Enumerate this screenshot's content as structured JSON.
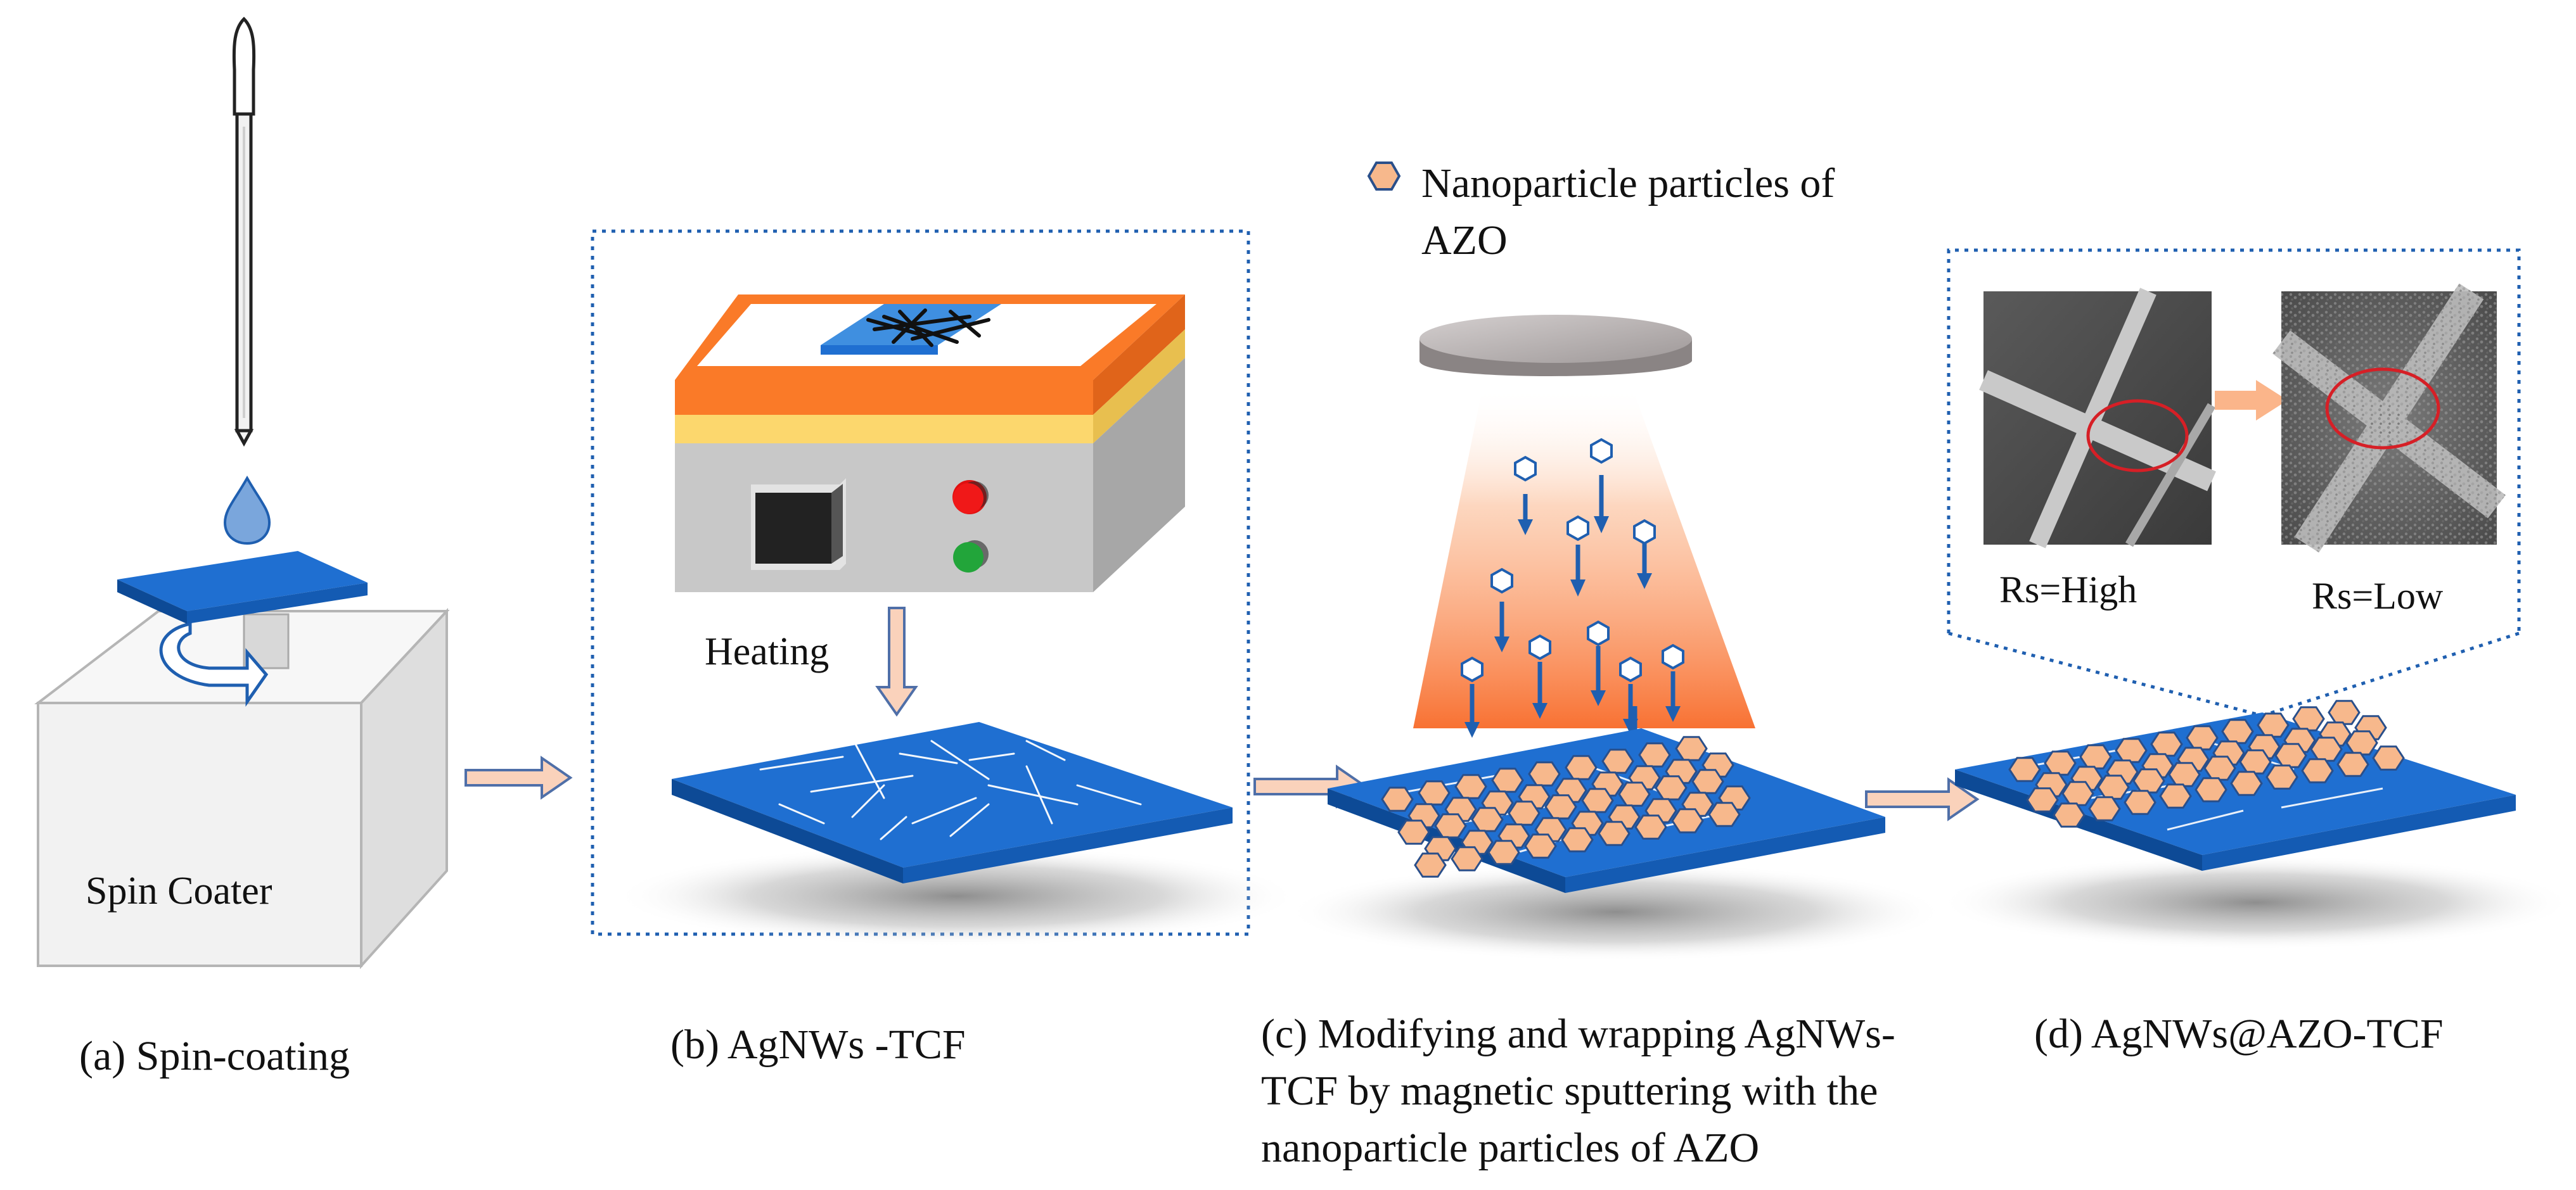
{
  "labels": {
    "spin_coater": "Spin Coater",
    "heating": "Heating",
    "legend_line1": "Nanoparticle particles of",
    "legend_line2": "AZO",
    "rs_high": "Rs=High",
    "rs_low": "Rs=Low"
  },
  "captions": {
    "a": "(a) Spin-coating",
    "b": "(b) AgNWs -TCF",
    "c_line1": "(c) Modifying and wrapping AgNWs-",
    "c_line2": "TCF by magnetic sputtering with the",
    "c_line3": "nanoparticle particles of  AZO",
    "d": "(d) AgNWs@AZO-TCF"
  },
  "colors": {
    "substrate_top": "#1f6fd1",
    "substrate_side": "#0d4a96",
    "nanoparticle_fill": "#f7b88c",
    "nanoparticle_stroke": "#2a4f8a",
    "arrow_fill": "#fad2bb",
    "arrow_stroke": "#4f6fa8",
    "heater_orange": "#fa7a28",
    "heater_yellow": "#fcd76d",
    "heater_body": "#cccccc",
    "sputter_beam": "#fa7a3c",
    "dotted_frame": "#1f5fb0",
    "highlight_circle": "#d61f26"
  },
  "icons": [
    "dropper-icon",
    "droplet-icon",
    "rotation-arrow-icon",
    "hexagon-icon",
    "down-arrow-icon",
    "right-arrow-icon"
  ]
}
